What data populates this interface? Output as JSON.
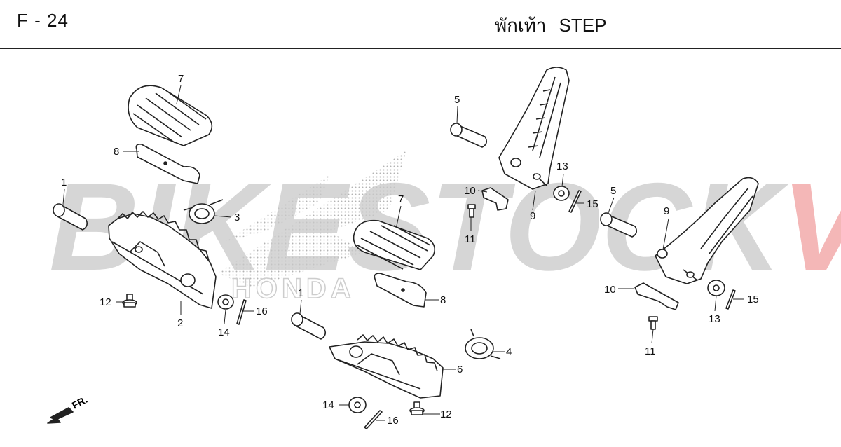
{
  "header": {
    "code": "F - 24",
    "title_thai": "พักเท้า",
    "title_en": "STEP"
  },
  "watermark": {
    "part1": "BIKESTOCK",
    "part2": "VN",
    "color_gray": "#c9c9c9",
    "color_red": "#f1a0a0",
    "emblem_text": "HONDA"
  },
  "direction_label": "FR.",
  "callouts": {
    "c1a": "1",
    "c2": "2",
    "c3": "3",
    "c7a": "7",
    "c8a": "8",
    "c12a": "12",
    "c14a": "14",
    "c16a": "16",
    "c1b": "1",
    "c4": "4",
    "c6": "6",
    "c7b": "7",
    "c8b": "8",
    "c12b": "12",
    "c14b": "14",
    "c16b": "16",
    "c5a": "5",
    "c9a": "9",
    "c10a": "10",
    "c11a": "11",
    "c13a": "13",
    "c15a": "15",
    "c5b": "5",
    "c9b": "9",
    "c10b": "10",
    "c11b": "11",
    "c13b": "13",
    "c15b": "15"
  }
}
